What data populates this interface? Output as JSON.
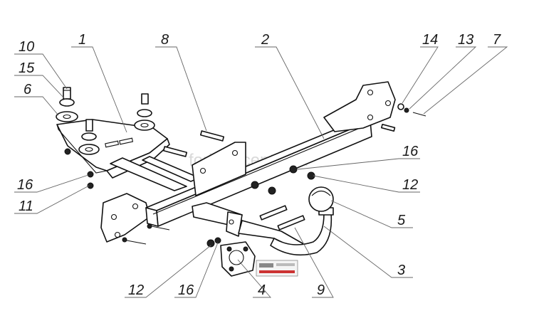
{
  "watermark": "forkop-center.ru",
  "labels": {
    "l1": "1",
    "l2": "2",
    "l3": "3",
    "l4": "4",
    "l5": "5",
    "l6": "6",
    "l7": "7",
    "l8": "8",
    "l9": "9",
    "l10": "10",
    "l11": "11",
    "l12a": "12",
    "l12b": "12",
    "l13": "13",
    "l14": "14",
    "l15": "15",
    "l16a": "16",
    "l16b": "16",
    "l16c": "16"
  },
  "icons": {
    "logo": "brand-logo-icon"
  }
}
